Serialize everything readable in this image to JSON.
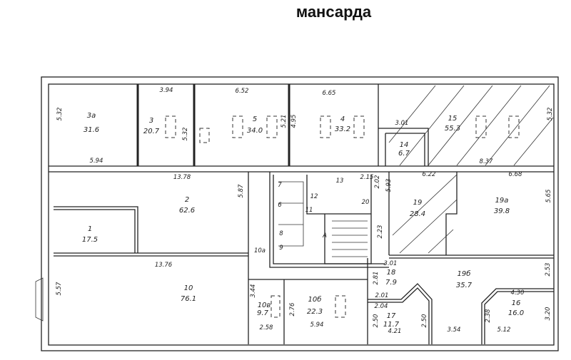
{
  "title": "мансарда",
  "rooms": [
    {
      "number": "3а",
      "area": "31.6"
    },
    {
      "number": "3",
      "area": "20.7"
    },
    {
      "number": "5",
      "area": "34.0"
    },
    {
      "number": "4",
      "area": "33.2"
    },
    {
      "number": "14",
      "area": "6.7"
    },
    {
      "number": "15",
      "area": "55.3"
    },
    {
      "number": "2",
      "area": "62.6"
    },
    {
      "number": "1",
      "area": "17.5"
    },
    {
      "number": "19",
      "area": "28.4"
    },
    {
      "number": "19а",
      "area": "39.8"
    },
    {
      "number": "10",
      "area": "76.1"
    },
    {
      "number": "10в",
      "area": "9.7"
    },
    {
      "number": "10б",
      "area": "22.3"
    },
    {
      "number": "18",
      "area": "7.9"
    },
    {
      "number": "17",
      "area": "11.7"
    },
    {
      "number": "19б",
      "area": "35.7"
    },
    {
      "number": "16",
      "area": "16.0"
    }
  ],
  "small_rooms": [
    "7",
    "6",
    "8",
    "9",
    "12",
    "11",
    "13",
    "20",
    "10а",
    "А"
  ],
  "dimensions": [
    "5.32",
    "3.94",
    "5.94",
    "5.32",
    "6.52",
    "5.21",
    "4.95",
    "6.65",
    "3.01",
    "5.32",
    "8.37",
    "13.78",
    "5.87",
    "2.15",
    "2.02",
    "5.93",
    "6.22",
    "6.68",
    "5.65",
    "2.23",
    "13.76",
    "5.57",
    "3.44",
    "2.76",
    "2.58",
    "5.94",
    "3.01",
    "2.81",
    "2.01",
    "2.04",
    "2.50",
    "2.50",
    "4.21",
    "3.54",
    "2.53",
    "4.30",
    "2.38",
    "3.20",
    "5.12"
  ],
  "colors": {
    "lines": "#222222",
    "background": "#ffffff"
  }
}
